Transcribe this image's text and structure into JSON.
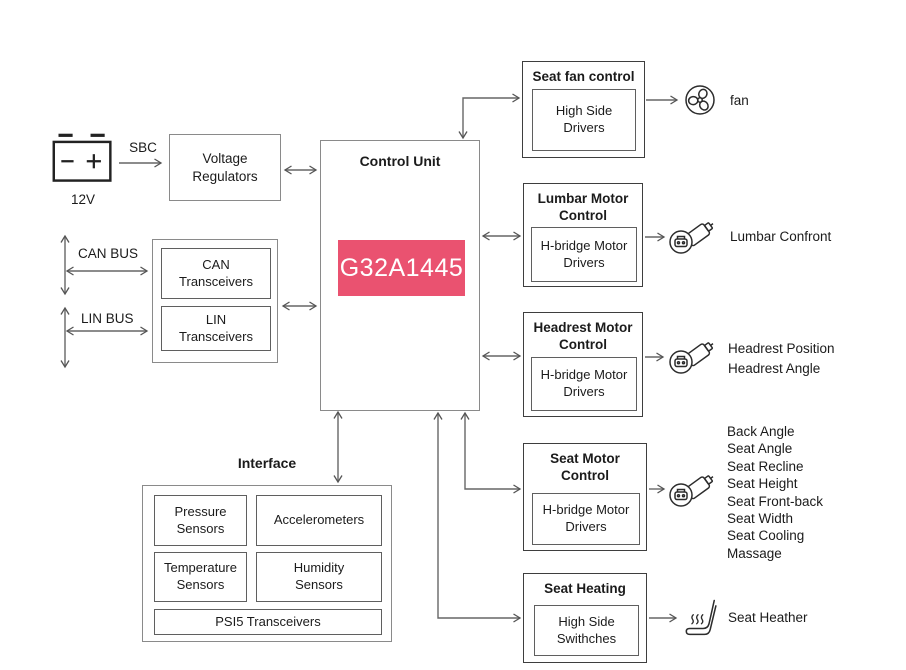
{
  "colors": {
    "accent": "#EA5270",
    "wire": "#666666",
    "ink": "#1b1b1b"
  },
  "power": {
    "voltage": "12V",
    "sbc": "SBC"
  },
  "voltage_regulators": {
    "label": "Voltage Regulators"
  },
  "bus": {
    "can_label": "CAN BUS",
    "lin_label": "LIN BUS",
    "can_transceivers": "CAN Transceivers",
    "lin_transceivers": "LIN Transceivers"
  },
  "control_unit": {
    "title": "Control Unit",
    "chip": "G32A1445"
  },
  "interface": {
    "title": "Interface",
    "pressure": "Pressure Sensors",
    "accelerometers": "Accelerometers",
    "temperature": "Temperature Sensors",
    "humidity": "Humidity Sensors",
    "psi5": "PSI5 Transceivers"
  },
  "modules": [
    {
      "title": "Seat fan control",
      "driver": "High Side Drivers",
      "icon": "fan-icon",
      "outputs": [
        "fan"
      ]
    },
    {
      "title": "Lumbar Motor Control",
      "driver": "H-bridge Motor Drivers",
      "icon": "motor-icon",
      "outputs": [
        "Lumbar Confront"
      ]
    },
    {
      "title": "Headrest Motor Control",
      "driver": "H-bridge Motor Drivers",
      "icon": "motor-icon",
      "outputs": [
        "Headrest Position",
        "Headrest Angle"
      ]
    },
    {
      "title": "Seat Motor Control",
      "driver": "H-bridge Motor Drivers",
      "icon": "motor-icon",
      "outputs": [
        "Back Angle",
        "Seat Angle",
        "Seat Recline",
        "Seat Height",
        "Seat Front-back",
        "Seat Width",
        "Seat Cooling",
        "Massage"
      ]
    },
    {
      "title": "Seat Heating",
      "driver": "High Side Swithches",
      "icon": "seat-heater-icon",
      "outputs": [
        "Seat Heather"
      ]
    }
  ]
}
